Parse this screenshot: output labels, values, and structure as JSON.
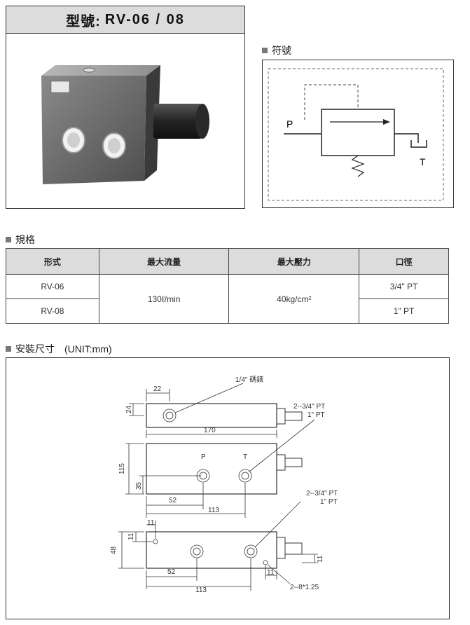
{
  "model": {
    "label": "型號:",
    "value": "RV-06 / 08"
  },
  "symbol": {
    "heading": "符號",
    "port_p": "P",
    "port_t": "T"
  },
  "spec": {
    "heading": "規格",
    "headers": [
      "形式",
      "最大流量",
      "最大壓力",
      "口徑"
    ],
    "rows": [
      {
        "model": "RV-06",
        "size": "3/4\" PT"
      },
      {
        "model": "RV-08",
        "size": "1\" PT"
      }
    ],
    "max_flow": "130ℓ/min",
    "max_pressure": "40kg/cm²"
  },
  "dimensions": {
    "heading": "安裝尺寸　(UNIT:mm)",
    "gauge_label": "1/4\" 碼錶",
    "port_labels_1": [
      "2--3/4\" PT",
      "1\" PT"
    ],
    "port_labels_2": [
      "2--3/4\" PT",
      "1\" PT"
    ],
    "thread_label": "2--8*1.25",
    "p": "P",
    "t": "T",
    "d22": "22",
    "d24": "24",
    "d170": "170",
    "d115": "115",
    "d35": "35",
    "d52a": "52",
    "d113a": "113",
    "d11a": "11",
    "d11b": "11",
    "d48": "48",
    "d11c": "11",
    "d11d": "11",
    "d52b": "52",
    "d113b": "113"
  },
  "colors": {
    "header_bg": "#dcdcdc",
    "border": "#333333",
    "bullet": "#777777"
  }
}
